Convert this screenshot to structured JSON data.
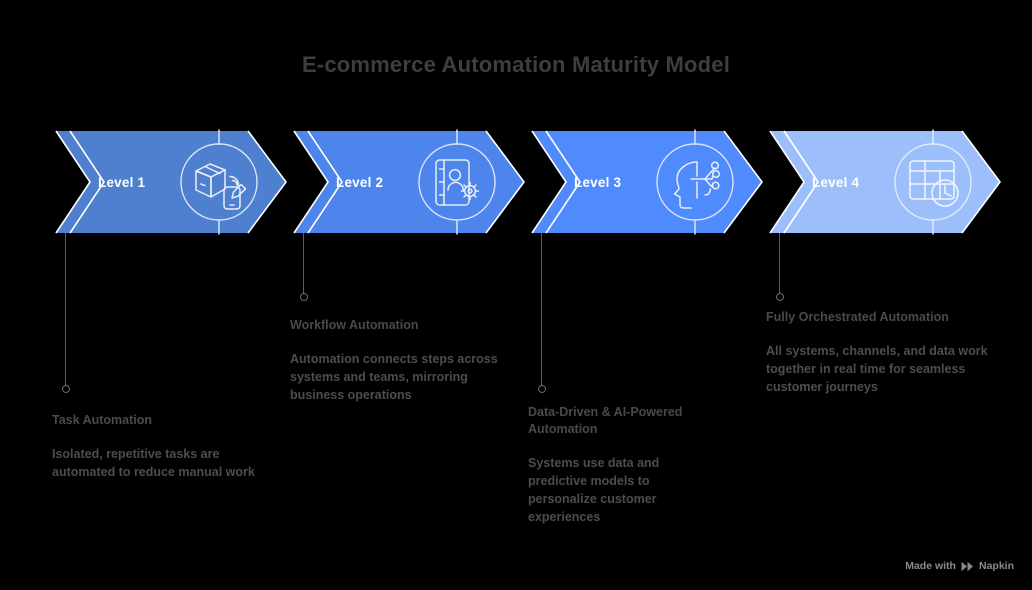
{
  "header": {
    "title": "E-commerce Automation Maturity Model"
  },
  "colors": {
    "background": "#000000",
    "title_text": "#3e3e3e",
    "body_text": "#4d4d4d",
    "heading_text": "#4a4a4a",
    "connector": "#5e5e5e",
    "level1": "#4e80cf",
    "level2": "#4d85ed",
    "level3": "#4f8bfc",
    "level4": "#9cbffb",
    "chevron_outline": "#ffffff",
    "label_text": "#ffffff",
    "watermark_text": "#8b8b8b"
  },
  "stages": [
    {
      "level_label": "Level 1",
      "icon_name": "package-mobile-scan-icon",
      "fill": "#4e80cf",
      "heading": "Task Automation",
      "body": "Isolated, repetitive tasks are automated to reduce manual work"
    },
    {
      "level_label": "Level 2",
      "icon_name": "contact-book-gear-icon",
      "fill": "#4d85ed",
      "heading": "Workflow Automation",
      "body": "Automation connects steps across systems and teams, mirroring business operations"
    },
    {
      "level_label": "Level 3",
      "icon_name": "ai-head-network-icon",
      "fill": "#4f8bfc",
      "heading": "Data-Driven & AI-Powered Automation",
      "body": "Systems use data and predictive models to personalize customer experiences"
    },
    {
      "level_label": "Level 4",
      "icon_name": "table-clock-schedule-icon",
      "fill": "#9cbffb",
      "heading": "Fully Orchestrated Automation",
      "body": "All systems, channels, and data work together in real time for seamless customer journeys"
    }
  ],
  "watermark": {
    "text": "Made with",
    "brand": "Napkin",
    "icon_name": "napkin-logo-icon"
  }
}
